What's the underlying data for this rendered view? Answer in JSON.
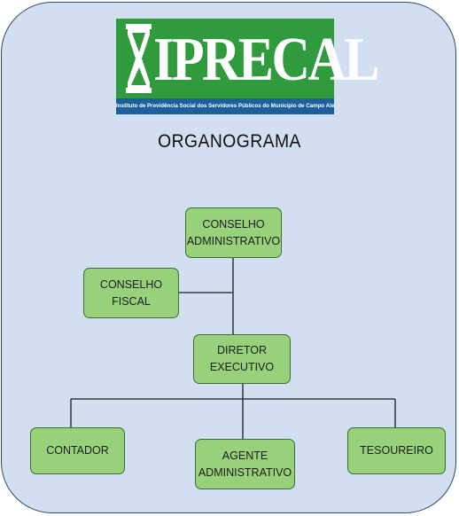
{
  "logo": {
    "name": "IPRECAL",
    "subtitle": "Instituto de Previdência Social dos Servidores Públicos do Município de Campo Alegre"
  },
  "title": "ORGANOGRAMA",
  "colors": {
    "panel_background": "#d2dff0",
    "panel_border": "#2e4a6e",
    "node_fill": "#97d17a",
    "node_border": "#3f6f35",
    "logo_green": "#2f9b3c",
    "logo_band_blue": "#1e5e9a"
  },
  "nodes": {
    "conselho_administrativo": "CONSELHO\nADMINISTRATIVO",
    "conselho_fiscal": "CONSELHO\nFISCAL",
    "diretor_executivo": "DIRETOR\nEXECUTIVO",
    "contador": "CONTADOR",
    "agente_administrativo": "AGENTE\nADMINISTRATIVO",
    "tesoureiro": "TESOUREIRO"
  },
  "edges": [
    [
      "conselho_administrativo",
      "diretor_executivo"
    ],
    [
      "conselho_fiscal",
      "diretor_executivo"
    ],
    [
      "diretor_executivo",
      "contador"
    ],
    [
      "diretor_executivo",
      "agente_administrativo"
    ],
    [
      "diretor_executivo",
      "tesoureiro"
    ]
  ]
}
